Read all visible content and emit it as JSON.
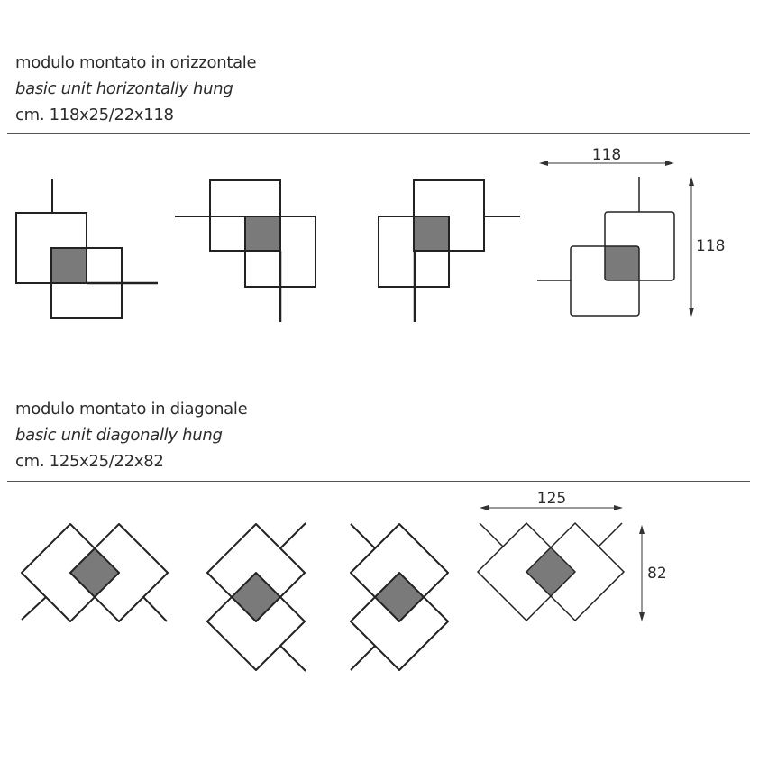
{
  "sections": [
    {
      "title_it": "modulo montato in orizzontale",
      "title_en": "basic unit horizontally hung",
      "dimensions": "cm. 118x25/22x118",
      "width_label": "118",
      "height_label": "118"
    },
    {
      "title_it": "modulo montato in diagonale",
      "title_en": "basic unit diagonally hung",
      "dimensions": "cm. 125x25/22x82",
      "width_label": "125",
      "height_label": "82"
    }
  ],
  "colors": {
    "frame": "#222222",
    "fill": "#7a7a7a",
    "dimension": "#333333"
  }
}
